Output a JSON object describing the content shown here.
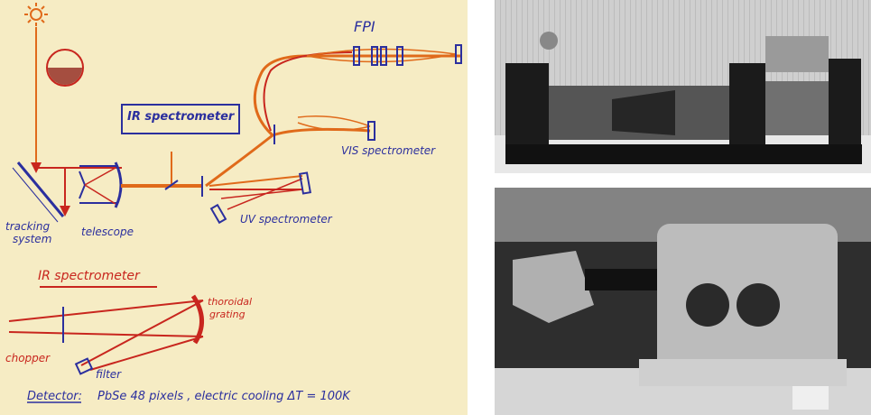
{
  "sketch": {
    "labels": {
      "fpi": "FPI",
      "ir_box": "IR spectrometer",
      "vis": "VIS spectrometer",
      "uv": "UV spectrometer",
      "tracking": "tracking",
      "system": "system",
      "telescope": "telescope",
      "ir_title": "IR spectrometer",
      "toroidal1": "thoroidal",
      "toroidal2": "grating",
      "chopper": "chopper",
      "filter": "filter",
      "detector_key": "Detector:",
      "detector_text": "PbSe   48 pixels , electric cooling  ΔT = 100K"
    },
    "colors": {
      "paper": "#f6ecc4",
      "ink_blue": "#2b2f9e",
      "ink_red": "#c8261e",
      "ink_orange": "#e06a1a"
    }
  },
  "photos": {
    "top": "photo-instrument-side-view",
    "bottom": "photo-spectrometer-mount"
  }
}
